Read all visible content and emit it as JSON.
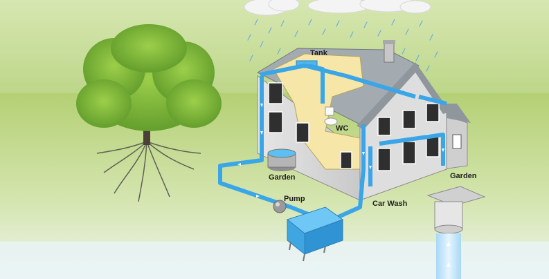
{
  "labels": {
    "tank": "Tank",
    "wc": "WC",
    "garden_left": "Garden",
    "pump": "Pump",
    "car_wash": "Car Wash",
    "garden_right": "Garden"
  },
  "colors": {
    "sky_green": "#c8dc9a",
    "ground_green": "#a9c96b",
    "pipe_blue": "#3aa6e8",
    "house_wall": "#dcdcdc",
    "roof": "#9aa2a8",
    "interior": "#f6e7a8",
    "tank_blue": "#4fb7ef"
  }
}
